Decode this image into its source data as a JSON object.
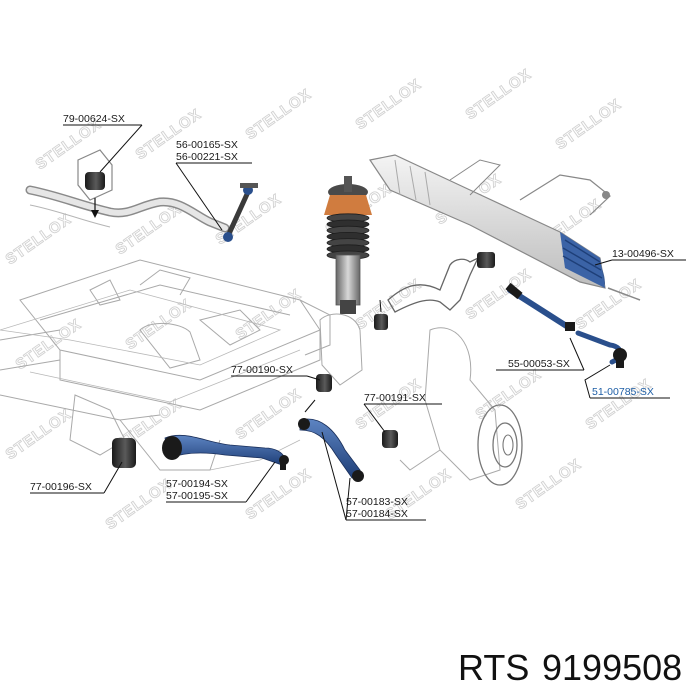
{
  "watermark": "STELLOX",
  "footer": {
    "brand": "RTS",
    "part_number": "9199508"
  },
  "colors": {
    "arm": "#2a4f8c",
    "bushing": "#303030",
    "spring": "#d7874a",
    "label_highlight": "#1f5fa6"
  },
  "callouts": [
    {
      "id": "stab-bushing",
      "codes": [
        "79-00624-SX"
      ]
    },
    {
      "id": "stab-link",
      "codes": [
        "56-00165-SX",
        "56-00221-SX"
      ]
    },
    {
      "id": "steering-rack",
      "codes": [
        "13-00496-SX"
      ]
    },
    {
      "id": "inner-tie-rod",
      "codes": [
        "55-00053-SX"
      ]
    },
    {
      "id": "tie-rod-end",
      "codes": [
        "51-00785-SX"
      ],
      "highlight": true
    },
    {
      "id": "bushing-left",
      "codes": [
        "77-00190-SX"
      ]
    },
    {
      "id": "bushing-right",
      "codes": [
        "77-00191-SX"
      ]
    },
    {
      "id": "bushing-lower",
      "codes": [
        "77-00196-SX"
      ]
    },
    {
      "id": "lower-arm-rear",
      "codes": [
        "57-00194-SX",
        "57-00195-SX"
      ]
    },
    {
      "id": "lower-arm-front",
      "codes": [
        "57-00183-SX",
        "57-00184-SX"
      ]
    }
  ]
}
